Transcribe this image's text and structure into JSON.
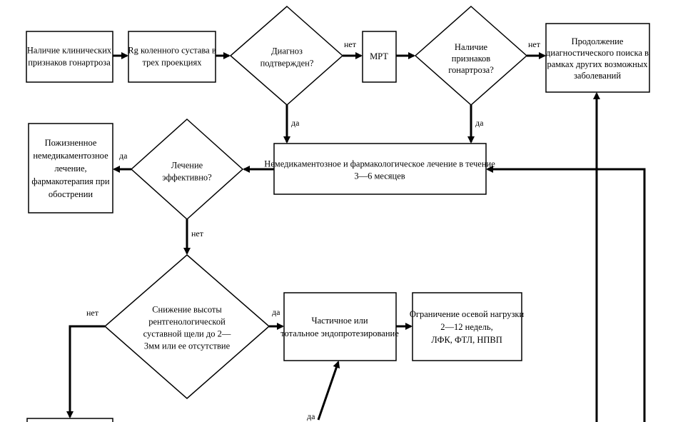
{
  "nodes": {
    "symptoms": [
      "Наличие клинических",
      "признаков гонартроза"
    ],
    "rg": [
      "Rg коленного сустава в",
      "трех проекциях"
    ],
    "diag_confirmed": [
      "Диагноз",
      "подтвержден?"
    ],
    "mrt": [
      "МРТ"
    ],
    "signs": [
      "Наличие",
      "признаков",
      "гонартроза?"
    ],
    "continue_search": [
      "Продолжение",
      "диагностического поиска в",
      "рамках других возможных",
      "заболеваний"
    ],
    "treatment": [
      "Немедикаментозное и фармакологическое лечение в течение",
      "3—6 месяцев"
    ],
    "effective": [
      "Лечение",
      "эффективно?"
    ],
    "lifelong": [
      "Пожизненное",
      "немедикаментозное",
      "лечение,",
      "фармакотерапия при",
      "обострении"
    ],
    "height": [
      "Снижение высоты",
      "рентгенологической",
      "суставной щели до 2—",
      "3мм или ее отсутствие"
    ],
    "endo": [
      "Частичное или",
      "тотальное эндопротезирование"
    ],
    "limit": [
      "Ограничение осевой нагрузки",
      "2—12 недель,",
      "ЛФК, ФТЛ, НПВП"
    ]
  },
  "labels": {
    "net1": "нет",
    "net2": "нет",
    "da1": "да",
    "da2": "да",
    "da3": "да",
    "net3": "нет",
    "net4": "нет",
    "da4": "да",
    "da5": "да"
  }
}
